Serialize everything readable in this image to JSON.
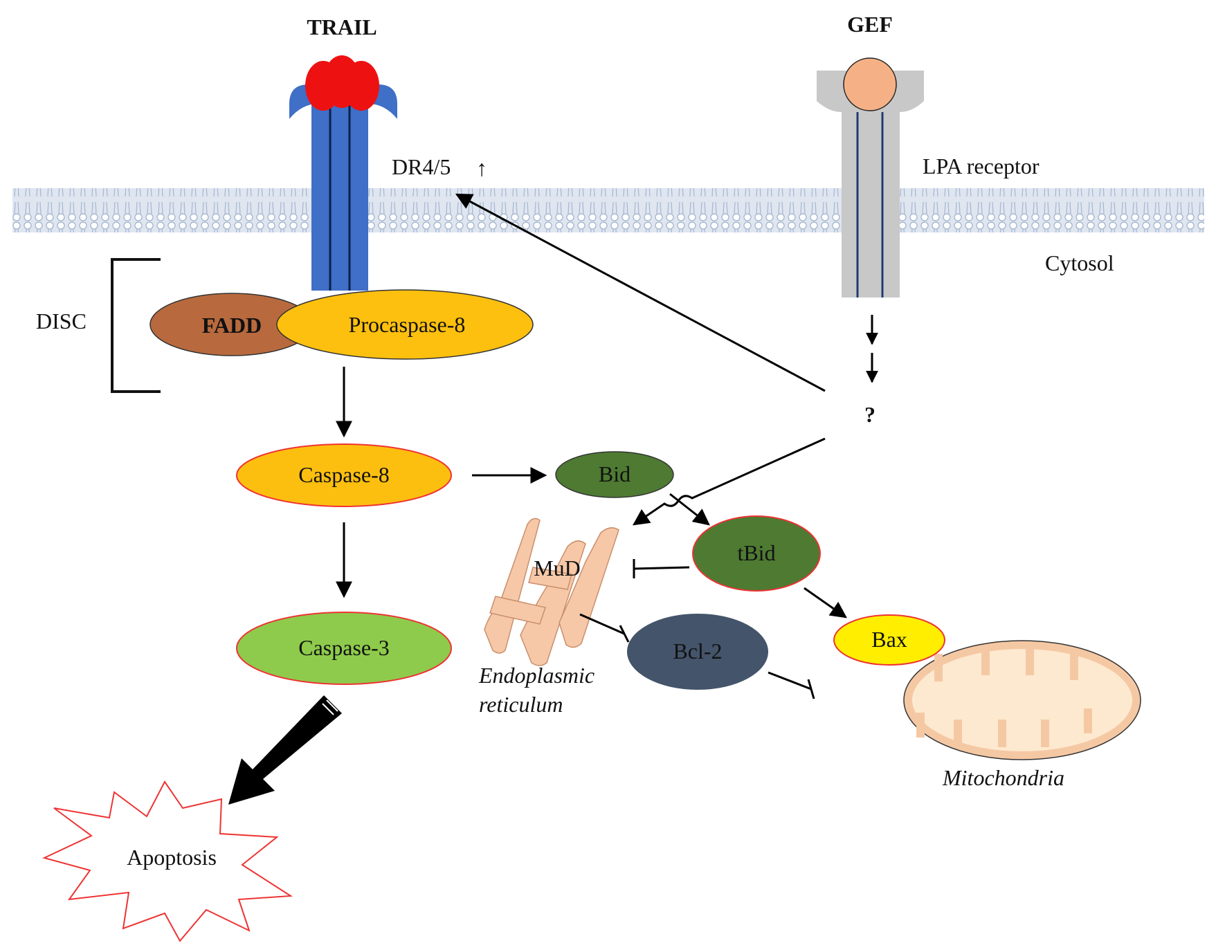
{
  "labels": {
    "trail": "TRAIL",
    "gef": "GEF",
    "dr45": "DR4/5",
    "up_arrow": "↑",
    "lpa_receptor": "LPA receptor",
    "cytosol": "Cytosol",
    "disc": "DISC",
    "fadd": "FADD",
    "procaspase8": "Procaspase-8",
    "caspase8": "Caspase-8",
    "caspase3": "Caspase-3",
    "bid": "Bid",
    "tbid": "tBid",
    "mud": "MuD",
    "bcl2": "Bcl-2",
    "bax": "Bax",
    "question": "?",
    "er_line1": "Endoplasmic",
    "er_line2": "reticulum",
    "mitochondria": "Mitochondria",
    "apoptosis": "Apoptosis"
  },
  "colors": {
    "trail_ligand": "#ee1111",
    "dr_receptor": "#3f6fc6",
    "lpa_receptor": "#c8c8c8",
    "gef_ligand": "#f5b185",
    "fadd": "#b86a3e",
    "procaspase8": "#fec00f",
    "caspase8": "#fdbf0f",
    "caspase3": "#8ecb4c",
    "bid": "#4e7a32",
    "tbid": "#4e7a32",
    "bcl2": "#44546a",
    "bax": "#ffee00",
    "mitochondria_matrix": "#fde9cf",
    "mitochondria_membrane": "#f5c8a4",
    "er": "#f6c8a8",
    "membrane": "#c9d4e3",
    "up_arrow": "#ff4444"
  }
}
